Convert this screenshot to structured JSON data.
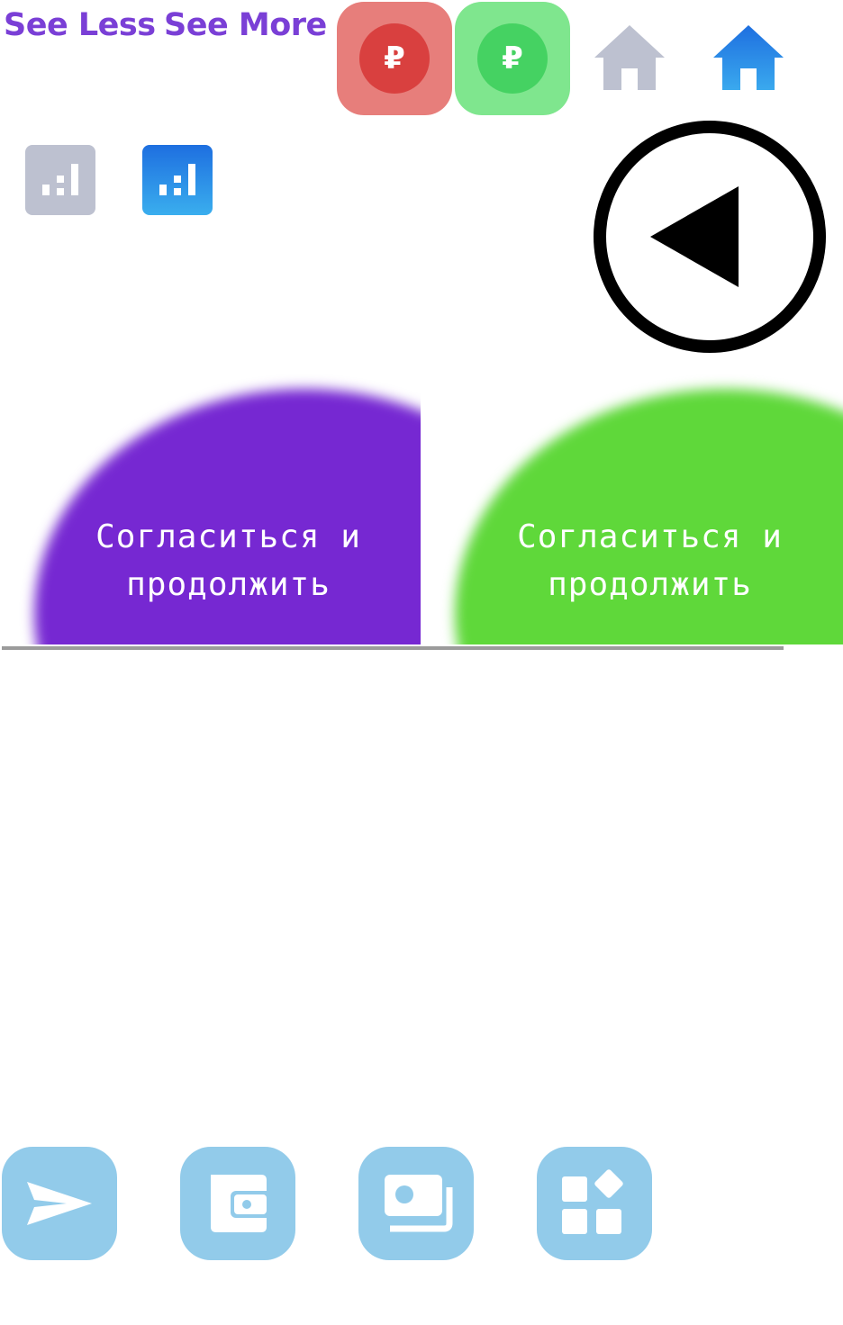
{
  "header": {
    "see_less": "See Less",
    "see_more": "See More",
    "ruble_symbol": "₽"
  },
  "icons": {
    "ruble_red": "ruble-icon",
    "ruble_green": "ruble-icon",
    "home_inactive": "home-icon",
    "home_active": "home-icon",
    "stats_inactive": "bar-chart-icon",
    "stats_active": "bar-chart-icon",
    "back": "play-back-icon",
    "nav": [
      "send-icon",
      "wallet-icon",
      "cash-icon",
      "apps-icon"
    ]
  },
  "blobs": {
    "purple": {
      "label": "Согласиться и продолжить"
    },
    "green": {
      "label": "Согласиться и продолжить"
    }
  },
  "colors": {
    "link_purple": "#7a3fd6",
    "ruble_red_bg": "#e77e7b",
    "ruble_red_disc": "#d9403f",
    "ruble_green_bg": "#7fe68e",
    "ruble_green_disc": "#45d262",
    "icon_inactive": "#bdc1d0",
    "icon_active": "#1e7fe0",
    "blob_purple": "#7628d2",
    "blob_green": "#5fd83a",
    "nav_bg": "#92cbea",
    "divider": "#9b9b9b"
  }
}
